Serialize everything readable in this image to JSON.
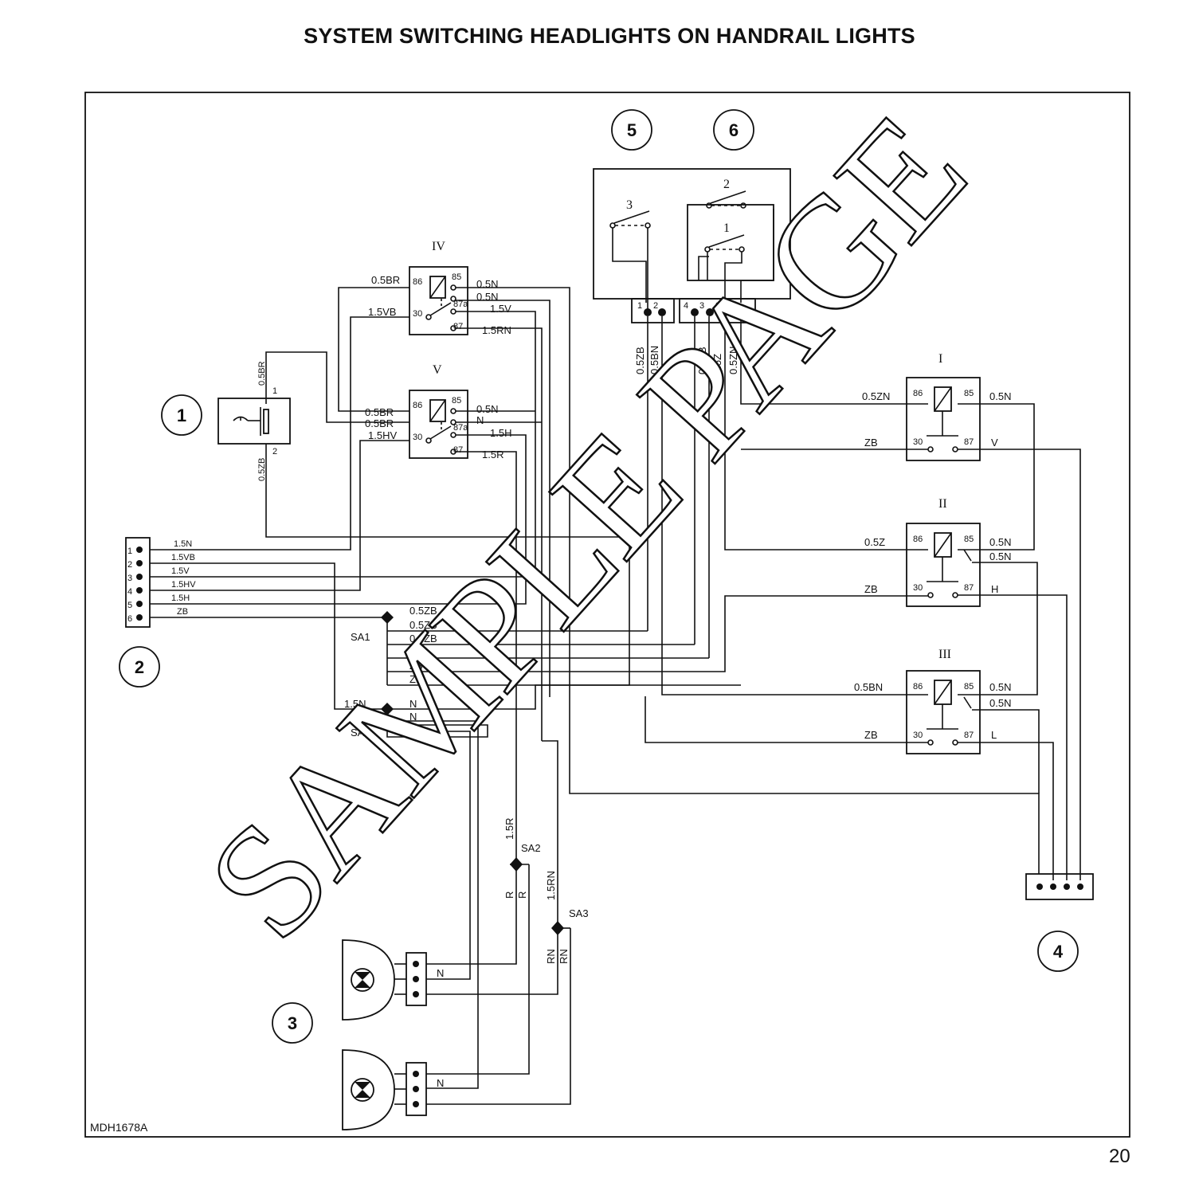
{
  "title": "SYSTEM SWITCHING HEADLIGHTS ON HANDRAIL LIGHTS",
  "page_number": "20",
  "drawing_code": "MDH1678A",
  "watermark": "SAMPLE PAGE",
  "callouts": [
    "1",
    "2",
    "3",
    "4",
    "5",
    "6"
  ],
  "relays": {
    "IV": {
      "label": "IV",
      "t86": "86",
      "t85": "85",
      "t30": "30",
      "t87": "87",
      "t87a": "87a"
    },
    "V": {
      "label": "V",
      "t86": "86",
      "t85": "85",
      "t30": "30",
      "t87": "87",
      "t87a": "87a"
    },
    "I": {
      "label": "I",
      "t86": "86",
      "t85": "85",
      "t30": "30",
      "t87": "87"
    },
    "II": {
      "label": "II",
      "t86": "86",
      "t85": "85",
      "t30": "30",
      "t87": "87"
    },
    "III": {
      "label": "III",
      "t86": "86",
      "t85": "85",
      "t30": "30",
      "t87": "87"
    }
  },
  "switch_numbers": [
    "3",
    "2",
    "1"
  ],
  "connector_top_left_pins": [
    "1",
    "2"
  ],
  "connector_top_right_pins": [
    "4",
    "3",
    "2",
    "1"
  ],
  "switch1_pins": [
    "1",
    "2"
  ],
  "connector2_pins": [
    "1",
    "2",
    "3",
    "4",
    "5",
    "6"
  ],
  "splices": [
    "SA1",
    "SA2",
    "SA3",
    "SA4"
  ],
  "wires": {
    "iv_86": "0.5BR",
    "iv_30": "1.5VB",
    "iv_85": "0.5N",
    "iv_87a": "0.5N",
    "iv_87a2": "1.5V",
    "iv_87": "1.5RN",
    "v_86a": "0.5BR",
    "v_86b": "0.5BR",
    "v_30": "1.5HV",
    "v_85": "0.5N",
    "v_87a": "N",
    "v_87a2": "1.5H",
    "v_87": "1.5R",
    "sw1_top": "0.5BR",
    "sw1_bot": "0.5ZB",
    "c2_1": "1.5N",
    "c2_2": "1.5VB",
    "c2_3": "1.5V",
    "c2_4": "1.5HV",
    "c2_5": "1.5H",
    "c2_6": "ZB",
    "sa1_1": "0.5ZB",
    "sa1_2": "0.5ZB",
    "sa1_3": "0.5ZB",
    "sa1_4": "ZB",
    "sa1_5": "ZB",
    "sa1_6": "ZB",
    "sa4_in": "1.5N",
    "sa4_1": "N",
    "sa4_2": "N",
    "sa4_3": "N",
    "v_col1": "0.5ZB",
    "v_col2": "0.5BN",
    "v_col3": "0.5ZB",
    "v_col4": "0.5Z",
    "v_col5": "0.5ZN",
    "r1_86": "0.5ZN",
    "r1_85": "0.5N",
    "r1_30": "ZB",
    "r1_87": "V",
    "r2_86": "0.5Z",
    "r2_85": "0.5N",
    "r2_85b": "0.5N",
    "r2_30": "ZB",
    "r2_87": "H",
    "r3_86": "0.5BN",
    "r3_85": "0.5N",
    "r3_85b": "0.5N",
    "r3_30": "ZB",
    "r3_87": "L",
    "sa2_in": "1.5R",
    "sa2_a": "R",
    "sa2_b": "R",
    "sa3_in": "1.5RN",
    "sa3_a": "RN",
    "sa3_b": "RN",
    "lamp1_n": "N",
    "lamp2_n": "N"
  }
}
